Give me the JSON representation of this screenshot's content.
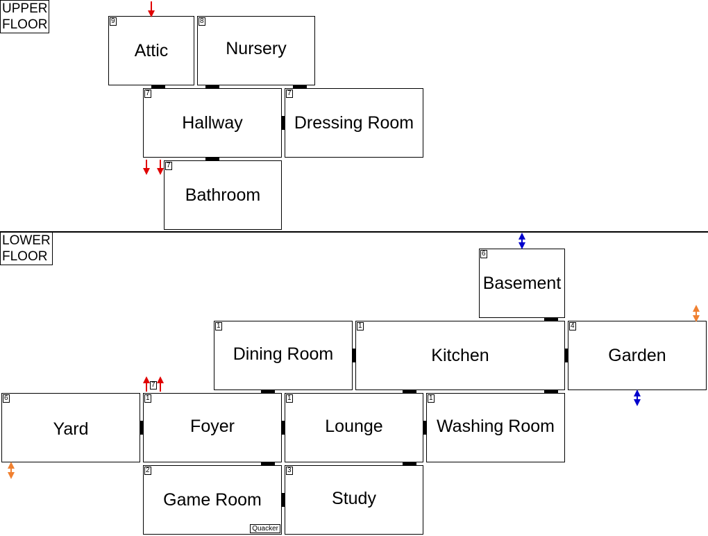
{
  "floors": {
    "upper": [
      "UPPER",
      "FLOOR"
    ],
    "lower": [
      "LOWER",
      "FLOOR"
    ]
  },
  "rooms": {
    "attic": {
      "name": "Attic",
      "num": "9"
    },
    "nursery": {
      "name": "Nursery",
      "num": "8"
    },
    "hallway": {
      "name": "Hallway",
      "num": "7"
    },
    "dressing_room": {
      "name": "Dressing Room",
      "num": "7"
    },
    "bathroom": {
      "name": "Bathroom",
      "num": "7"
    },
    "basement": {
      "name": "Basement",
      "num": "6"
    },
    "dining_room": {
      "name": "Dining Room",
      "num": "1"
    },
    "kitchen": {
      "name": "Kitchen",
      "num": "1"
    },
    "garden": {
      "name": "Garden",
      "num": "4"
    },
    "yard": {
      "name": "Yard",
      "num": "6"
    },
    "foyer": {
      "name": "Foyer",
      "num": "1"
    },
    "lounge": {
      "name": "Lounge",
      "num": "1"
    },
    "washing_room": {
      "name": "Washing Room",
      "num": "1"
    },
    "game_room": {
      "name": "Game Room",
      "num": "2",
      "tag": "Quacker"
    },
    "study": {
      "name": "Study",
      "num": "3"
    }
  },
  "stairs": {
    "foyer_up_num": "7"
  },
  "colors": {
    "stairs_red": "#e00000",
    "passage_blue": "#0000cc",
    "passage_orange": "#f08030"
  }
}
